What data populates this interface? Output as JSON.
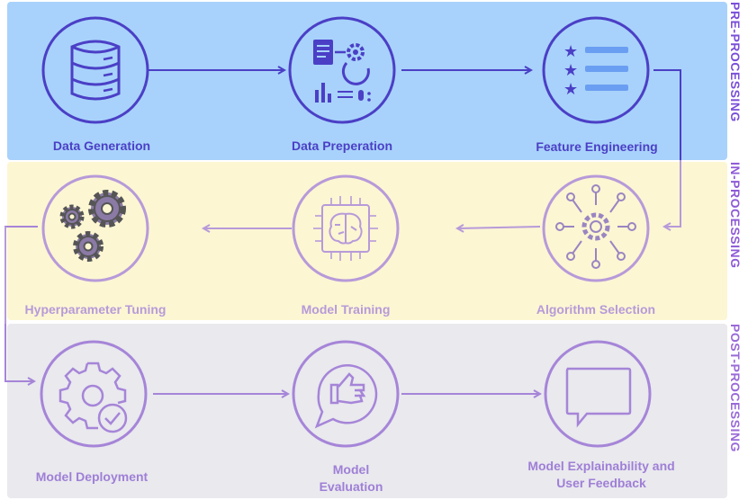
{
  "stages": {
    "pre": "PRE-PROCESSING",
    "in": "IN-PROCESSING",
    "post": "POST-PROCESSING"
  },
  "nodes": {
    "data_generation": "Data Generation",
    "data_preperation": "Data Preperation",
    "feature_engineering": "Feature Engineering",
    "algorithm_selection": "Algorithm Selection",
    "model_training": "Model Training",
    "hyperparameter_tuning": "Hyperparameter Tuning",
    "model_deployment": "Model Deployment",
    "model_evaluation_line1": "Model",
    "model_evaluation_line2": "Evaluation",
    "explainability_line1": "Model Explainability and",
    "explainability_line2": "User Feedback"
  },
  "icons": {
    "data_generation": "database-icon",
    "data_preperation": "data-analytics-icon",
    "feature_engineering": "star-list-icon",
    "algorithm_selection": "gear-network-icon",
    "model_training": "brain-chip-icon",
    "hyperparameter_tuning": "gears-icon",
    "model_deployment": "gear-check-icon",
    "model_evaluation": "thumbs-up-icon",
    "explainability": "speech-bubble-icon"
  },
  "colors": {
    "pre_band": "#a8d2fb",
    "in_band": "#fcf6d3",
    "post_band": "#e9e9ee",
    "pre_stroke": "#4b3fc6",
    "in_stroke": "#b79ad9",
    "post_stroke": "#a685d8"
  }
}
